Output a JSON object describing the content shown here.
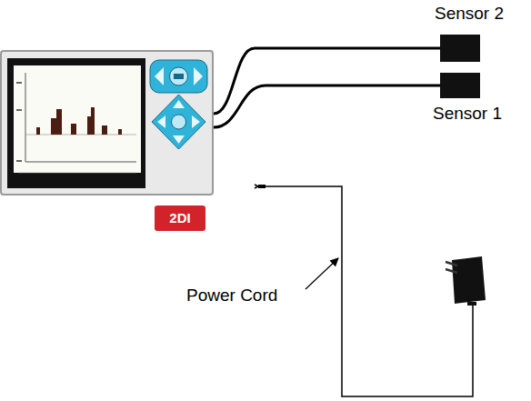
{
  "diagram": {
    "nodes": [
      {
        "text": [
          "2DI"
        ]
      },
      {
        "text": [
          "Sensor 2"
        ]
      },
      {
        "text": [
          "Sensor 1"
        ]
      }
    ],
    "edges": [
      {
        "from": 0,
        "to": 1,
        "arrow": "none"
      },
      {
        "from": 0,
        "to": 2,
        "arrow": "none"
      }
    ],
    "labels": [
      "Power Cord"
    ]
  }
}
